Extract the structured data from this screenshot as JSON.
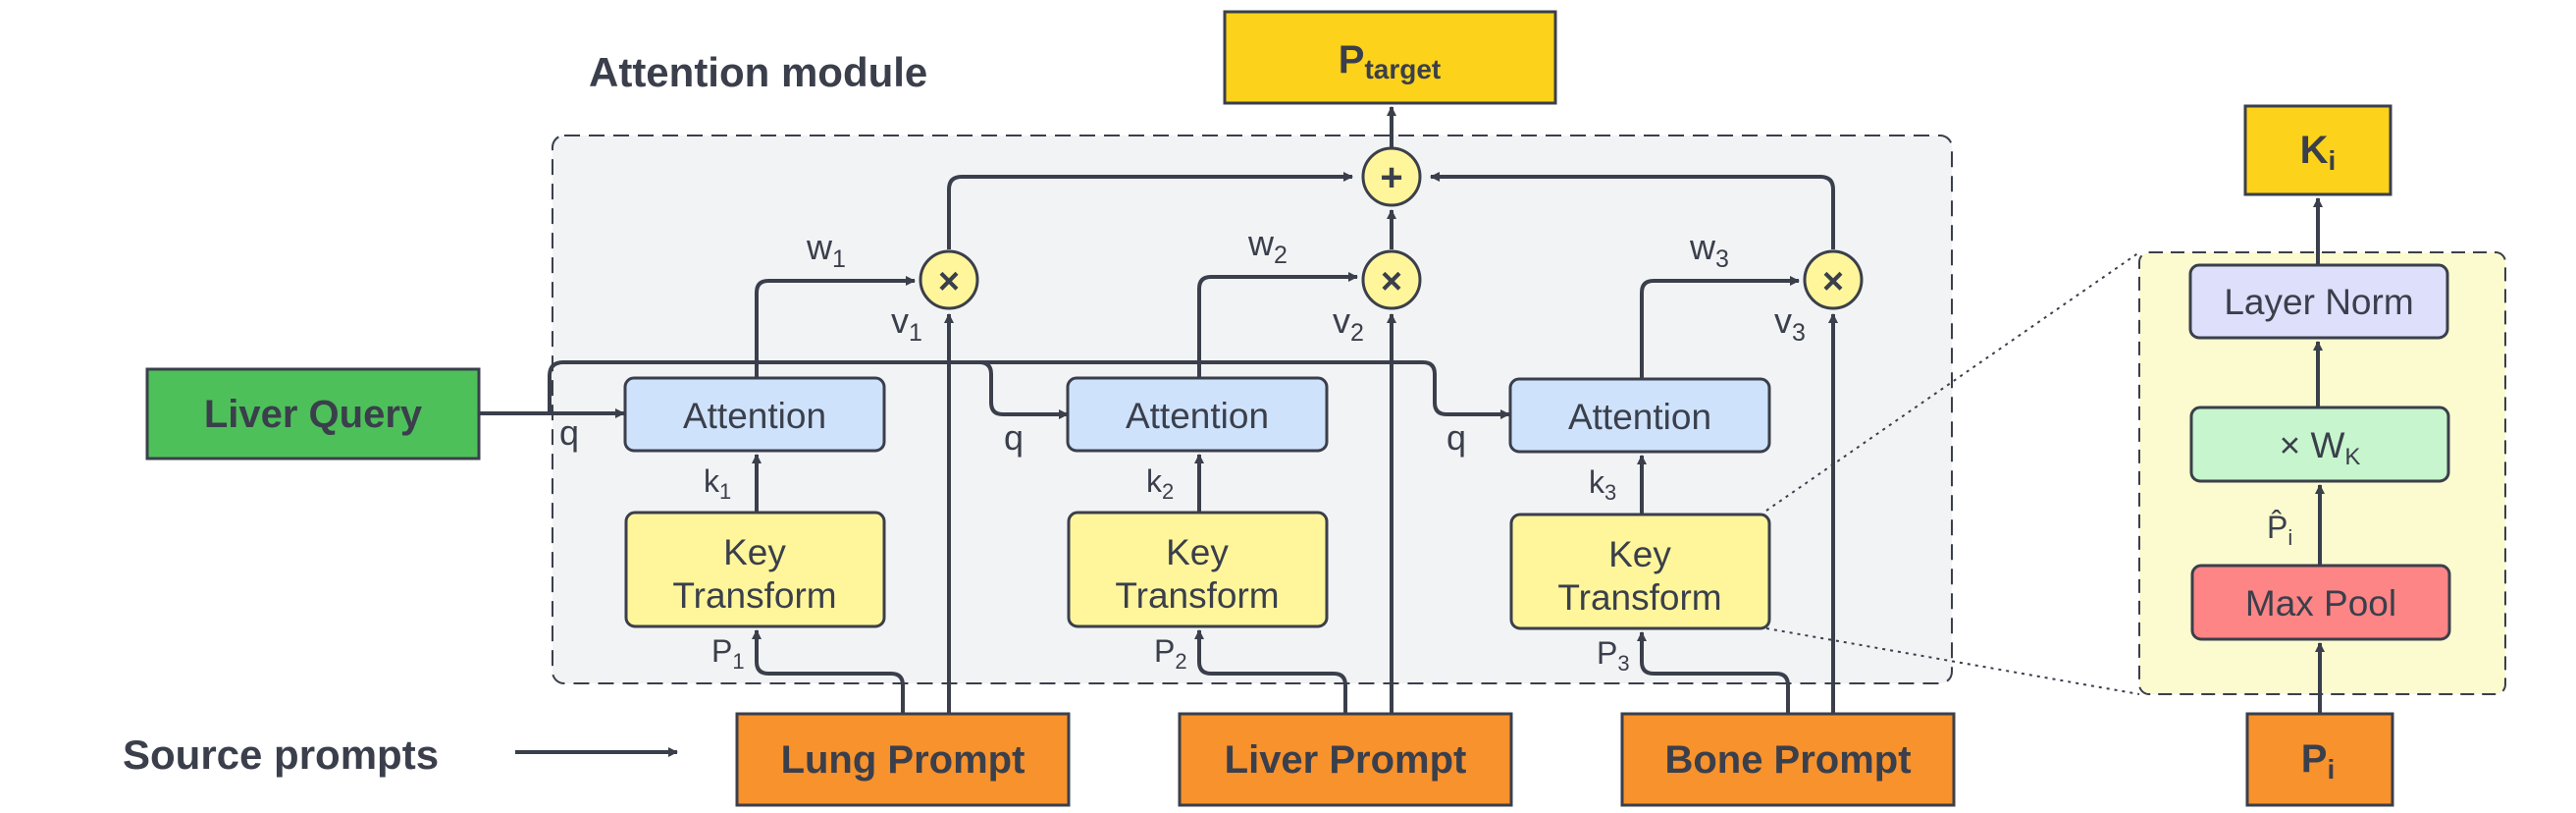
{
  "title": "Attention module",
  "output": {
    "main": "P",
    "sub": "target"
  },
  "query": "Liver Query",
  "source_label": "Source prompts",
  "prompts": [
    "Lung Prompt",
    "Liver Prompt",
    "Bone Prompt"
  ],
  "attention_label": "Attention",
  "key_transform": [
    "Key",
    "Transform"
  ],
  "q_label": "q",
  "k_labels": [
    {
      "b": "k",
      "s": "1"
    },
    {
      "b": "k",
      "s": "2"
    },
    {
      "b": "k",
      "s": "3"
    }
  ],
  "p_labels": [
    {
      "b": "P",
      "s": "1"
    },
    {
      "b": "P",
      "s": "2"
    },
    {
      "b": "P",
      "s": "3"
    }
  ],
  "w_labels": [
    {
      "b": "w",
      "s": "1"
    },
    {
      "b": "w",
      "s": "2"
    },
    {
      "b": "w",
      "s": "3"
    }
  ],
  "v_labels": [
    {
      "b": "v",
      "s": "1"
    },
    {
      "b": "v",
      "s": "2"
    },
    {
      "b": "v",
      "s": "3"
    }
  ],
  "times_symbol": "×",
  "plus_symbol": "+",
  "detail": {
    "output": {
      "b": "K",
      "s": "i"
    },
    "layer_norm": "Layer Norm",
    "wk": {
      "b": "× W",
      "s": "K"
    },
    "phat": {
      "b": "P̂",
      "s": "i"
    },
    "max_pool": "Max Pool",
    "input": {
      "b": "P",
      "s": "i"
    }
  },
  "colors": {
    "text": "#3a3f4b",
    "output_fill": "#fdd21b",
    "query_fill": "#4ec05a",
    "prompt_fill": "#f7922d",
    "attention_fill": "#cfe2fb",
    "key_transform_fill": "#fff69b",
    "operator_fill": "#fff69b",
    "module_bg": "#f2f3f5",
    "detail_bg": "#fcfbcf",
    "layer_norm_fill": "#dedffb",
    "wk_fill": "#c7f5cd",
    "max_pool_fill": "#fd8585"
  }
}
